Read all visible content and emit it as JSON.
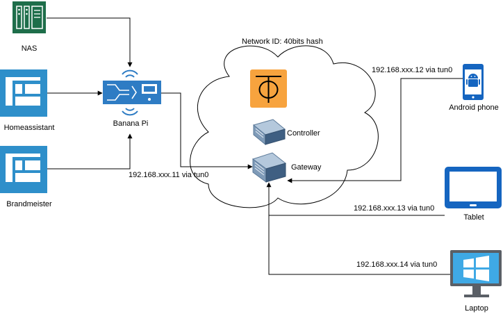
{
  "nodes": {
    "nas": {
      "label": "NAS",
      "icon": "nas-icon",
      "color": "#1e6e4a"
    },
    "homeassistant": {
      "label": "Homeassistant",
      "icon": "dashboard-icon",
      "color": "#2e8fca"
    },
    "brandmeister": {
      "label": "Brandmeister",
      "icon": "dashboard-icon",
      "color": "#2e8fca"
    },
    "banana_pi": {
      "label": "Banana Pi",
      "icon": "iot-board-icon",
      "color": "#2e7cc4"
    },
    "network": {
      "label": "Network ID: 40bits hash",
      "logo_icon": "phi-logo-icon",
      "logo_color": "#f7a33e"
    },
    "controller": {
      "label": "Controller",
      "icon": "server-icon"
    },
    "gateway": {
      "label": "Gateway",
      "icon": "server-icon"
    },
    "android_phone": {
      "label": "Android phone",
      "icon": "android-phone-icon",
      "color": "#1565c0"
    },
    "tablet": {
      "label": "Tablet",
      "icon": "tablet-icon",
      "color": "#1565c0"
    },
    "laptop": {
      "label": "Laptop",
      "icon": "windows-laptop-icon",
      "color": "#3fa9e5"
    }
  },
  "links": {
    "banana_pi": "192.168.xxx.11 via tun0",
    "android_phone": "192.168.xxx.12 via tun0",
    "tablet": "192.168.xxx.13 via tun0",
    "laptop": "192.168.xxx.14 via tun0"
  }
}
